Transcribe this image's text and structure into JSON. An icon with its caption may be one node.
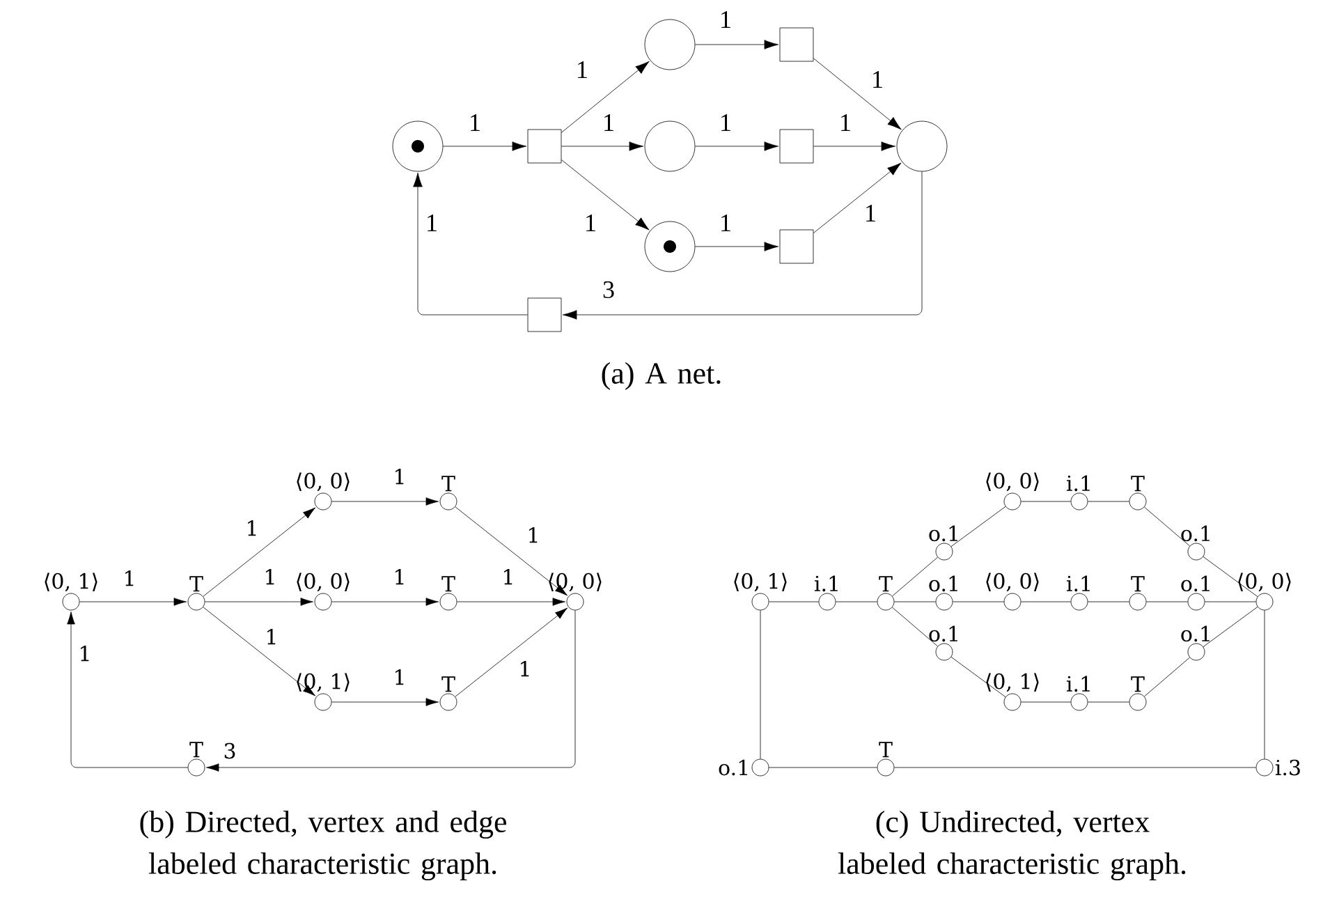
{
  "diagram": {
    "nodes": [
      {
        "text": [],
        "shape": "circle"
      },
      {
        "text": [],
        "shape": "box"
      },
      {
        "text": [],
        "shape": "circle"
      },
      {
        "text": [],
        "shape": "circle"
      },
      {
        "text": [],
        "shape": "circle"
      },
      {
        "text": [],
        "shape": "box"
      },
      {
        "text": [],
        "shape": "box"
      },
      {
        "text": [],
        "shape": "box"
      },
      {
        "text": [],
        "shape": "circle"
      },
      {
        "text": [],
        "shape": "box"
      },
      {
        "text": [
          "⟨0, 1⟩"
        ]
      },
      {
        "text": [
          "T"
        ]
      },
      {
        "text": [
          "⟨0, 0⟩"
        ]
      },
      {
        "text": [
          "T"
        ]
      },
      {
        "text": [
          "⟨0, 0⟩"
        ]
      },
      {
        "text": [
          "T"
        ]
      },
      {
        "text": [
          "⟨0, 1⟩"
        ]
      },
      {
        "text": [
          "T"
        ]
      },
      {
        "text": [
          "⟨0, 0⟩"
        ]
      },
      {
        "text": [
          "T"
        ]
      },
      {
        "text": [
          "⟨0, 1⟩"
        ]
      },
      {
        "text": [
          "i.1"
        ]
      },
      {
        "text": [
          "T"
        ]
      },
      {
        "text": [
          "o.1"
        ]
      },
      {
        "text": [
          "⟨0, 0⟩"
        ]
      },
      {
        "text": [
          "i.1"
        ]
      },
      {
        "text": [
          "T"
        ]
      },
      {
        "text": [
          "o.1"
        ]
      },
      {
        "text": [
          "o.1"
        ]
      },
      {
        "text": [
          "⟨0, 0⟩"
        ]
      },
      {
        "text": [
          "i.1"
        ]
      },
      {
        "text": [
          "T"
        ]
      },
      {
        "text": [
          "o.1"
        ]
      },
      {
        "text": [
          "o.1"
        ]
      },
      {
        "text": [
          "⟨0, 1⟩"
        ]
      },
      {
        "text": [
          "i.1"
        ]
      },
      {
        "text": [
          "T"
        ]
      },
      {
        "text": [
          "o.1"
        ]
      },
      {
        "text": [
          "⟨0, 0⟩"
        ]
      },
      {
        "text": [
          "o.1"
        ]
      },
      {
        "text": [
          "T"
        ]
      },
      {
        "text": [
          "i.3"
        ]
      }
    ],
    "edges": [
      {
        "from": 0,
        "to": 1,
        "arrow": "to",
        "label": "1"
      },
      {
        "from": 1,
        "to": 2,
        "arrow": "to",
        "label": "1"
      },
      {
        "from": 1,
        "to": 3,
        "arrow": "to",
        "label": "1"
      },
      {
        "from": 1,
        "to": 4,
        "arrow": "to",
        "label": "1"
      },
      {
        "from": 2,
        "to": 5,
        "arrow": "to",
        "label": "1"
      },
      {
        "from": 3,
        "to": 6,
        "arrow": "to",
        "label": "1"
      },
      {
        "from": 4,
        "to": 7,
        "arrow": "to",
        "label": "1"
      },
      {
        "from": 5,
        "to": 8,
        "arrow": "to",
        "label": "1"
      },
      {
        "from": 6,
        "to": 8,
        "arrow": "to",
        "label": "1"
      },
      {
        "from": 7,
        "to": 8,
        "arrow": "to",
        "label": "1"
      },
      {
        "from": 8,
        "to": 9,
        "arrow": "to",
        "label": "3"
      },
      {
        "from": 9,
        "to": 0,
        "arrow": "to",
        "label": "1"
      },
      {
        "from": 10,
        "to": 11,
        "arrow": "to",
        "label": "1"
      },
      {
        "from": 11,
        "to": 12,
        "arrow": "to",
        "label": "1"
      },
      {
        "from": 11,
        "to": 14,
        "arrow": "to",
        "label": "1"
      },
      {
        "from": 11,
        "to": 16,
        "arrow": "to",
        "label": "1"
      },
      {
        "from": 12,
        "to": 13,
        "arrow": "to",
        "label": "1"
      },
      {
        "from": 14,
        "to": 15,
        "arrow": "to",
        "label": "1"
      },
      {
        "from": 16,
        "to": 17,
        "arrow": "to",
        "label": "1"
      },
      {
        "from": 13,
        "to": 18,
        "arrow": "to",
        "label": "1"
      },
      {
        "from": 15,
        "to": 18,
        "arrow": "to",
        "label": "1"
      },
      {
        "from": 17,
        "to": 18,
        "arrow": "to",
        "label": "1"
      },
      {
        "from": 18,
        "to": 19,
        "arrow": "to",
        "label": "3"
      },
      {
        "from": 19,
        "to": 10,
        "arrow": "to",
        "label": "1"
      },
      {
        "from": 20,
        "to": 21,
        "arrow": "none"
      },
      {
        "from": 21,
        "to": 22,
        "arrow": "none"
      },
      {
        "from": 22,
        "to": 23,
        "arrow": "none"
      },
      {
        "from": 23,
        "to": 24,
        "arrow": "none"
      },
      {
        "from": 24,
        "to": 25,
        "arrow": "none"
      },
      {
        "from": 25,
        "to": 26,
        "arrow": "none"
      },
      {
        "from": 26,
        "to": 27,
        "arrow": "none"
      },
      {
        "from": 27,
        "to": 38,
        "arrow": "none"
      },
      {
        "from": 22,
        "to": 28,
        "arrow": "none"
      },
      {
        "from": 28,
        "to": 29,
        "arrow": "none"
      },
      {
        "from": 29,
        "to": 30,
        "arrow": "none"
      },
      {
        "from": 30,
        "to": 31,
        "arrow": "none"
      },
      {
        "from": 31,
        "to": 32,
        "arrow": "none"
      },
      {
        "from": 32,
        "to": 38,
        "arrow": "none"
      },
      {
        "from": 22,
        "to": 33,
        "arrow": "none"
      },
      {
        "from": 33,
        "to": 34,
        "arrow": "none"
      },
      {
        "from": 34,
        "to": 35,
        "arrow": "none"
      },
      {
        "from": 35,
        "to": 36,
        "arrow": "none"
      },
      {
        "from": 36,
        "to": 37,
        "arrow": "none"
      },
      {
        "from": 37,
        "to": 38,
        "arrow": "none"
      },
      {
        "from": 38,
        "to": 41,
        "arrow": "none"
      },
      {
        "from": 41,
        "to": 40,
        "arrow": "none"
      },
      {
        "from": 40,
        "to": 39,
        "arrow": "none"
      },
      {
        "from": 39,
        "to": 20,
        "arrow": "none"
      }
    ],
    "labels": [
      "(a) A net.",
      "(b) Directed, vertex and edge labeled characteristic graph.",
      "(c) Undirected, vertex labeled characteristic graph."
    ]
  }
}
